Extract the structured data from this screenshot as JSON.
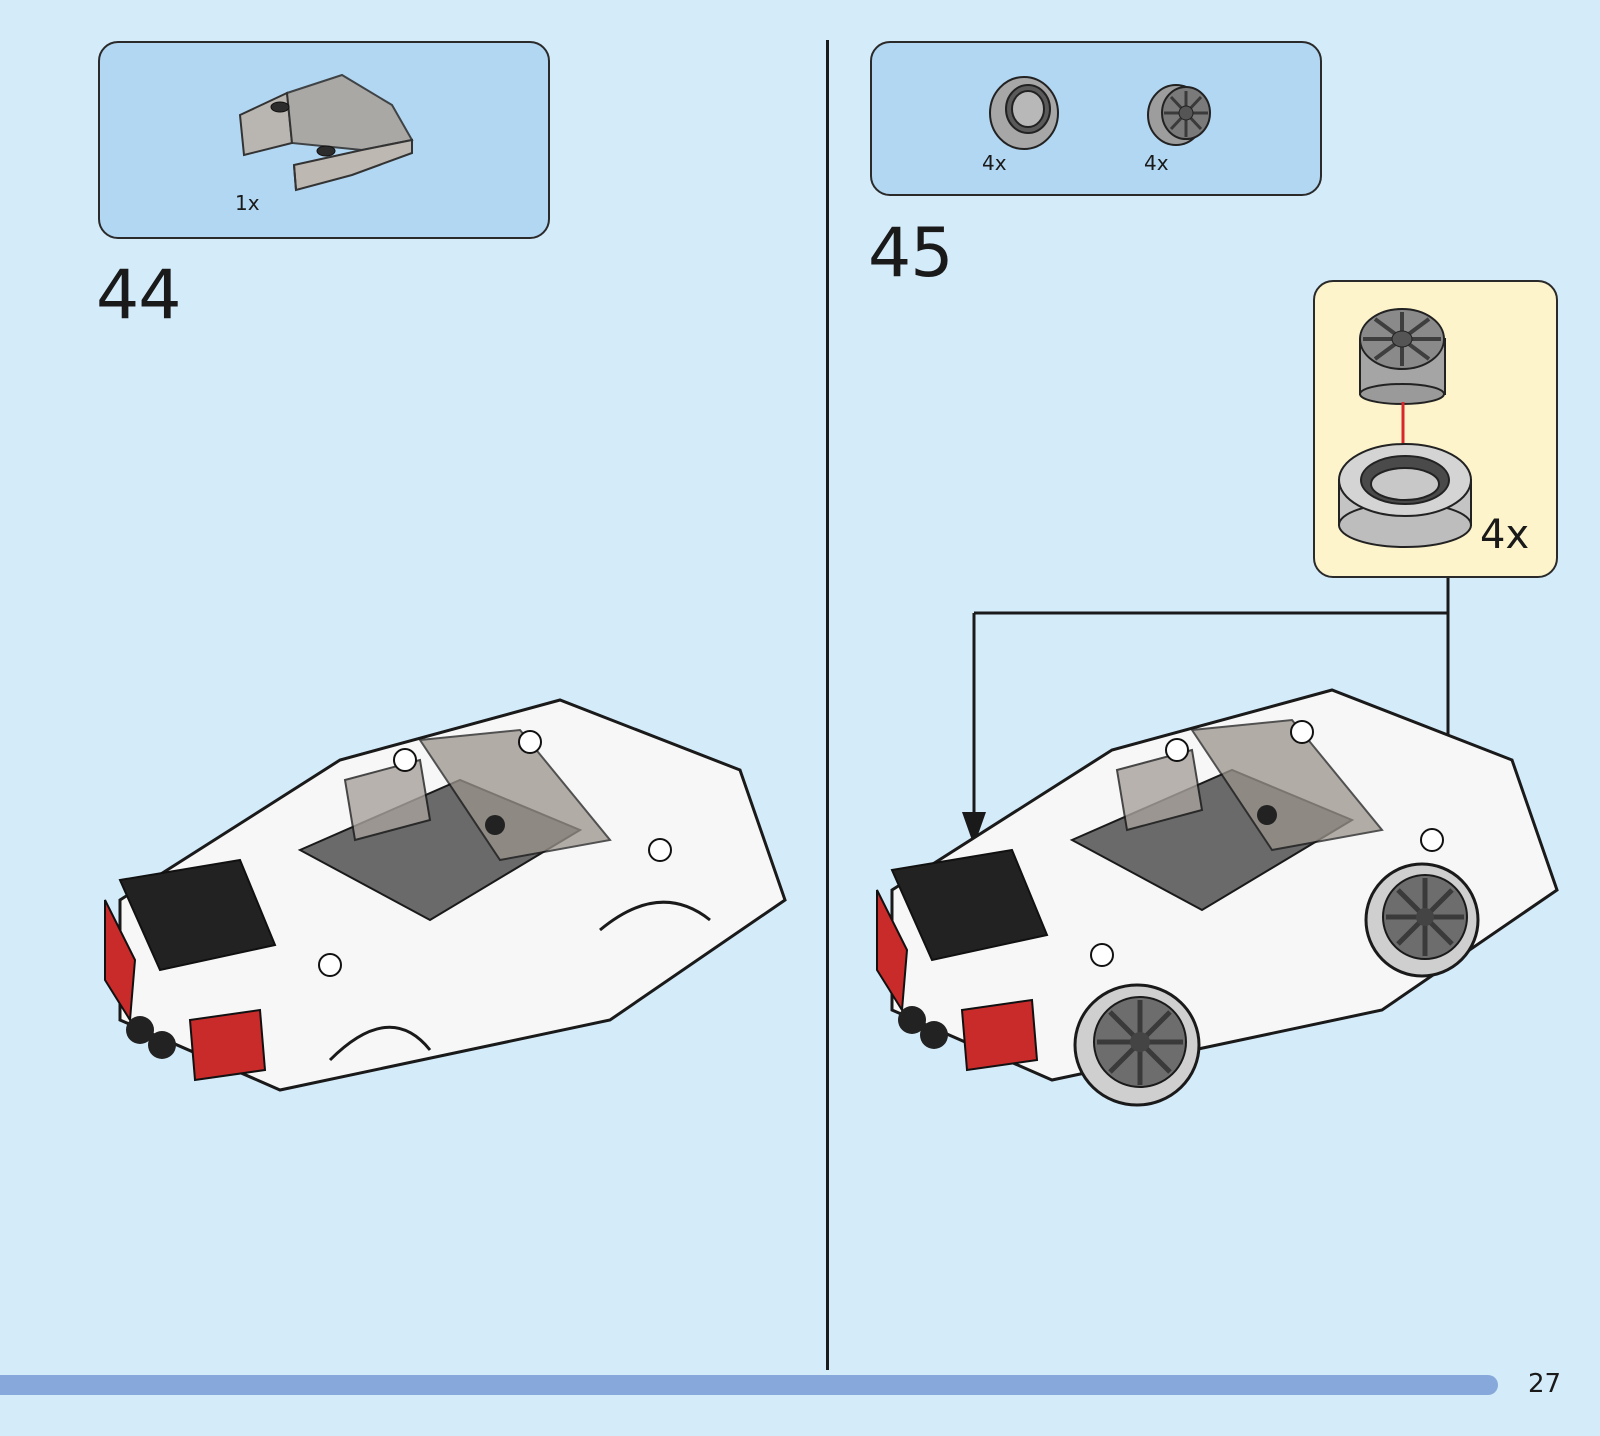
{
  "step_44": {
    "number": "44",
    "parts": [
      {
        "name": "windscreen",
        "qty": "1x"
      }
    ]
  },
  "step_45": {
    "number": "45",
    "parts": [
      {
        "name": "tyre",
        "qty": "4x"
      },
      {
        "name": "wheel-rim",
        "qty": "4x"
      }
    ],
    "subassembly_qty": "4x"
  },
  "page_number": "27",
  "colors": {
    "page_background": "#d4ebfa",
    "parts_box": "#b2d7f3",
    "subassembly_box": "#fdf4cc",
    "progress_bar": "#86a8db",
    "arrow_red": "#d8262b"
  },
  "icons": [
    "windscreen-icon",
    "tyre-icon",
    "wheel-rim-icon",
    "car-model-icon",
    "insert-arrow-icon"
  ]
}
